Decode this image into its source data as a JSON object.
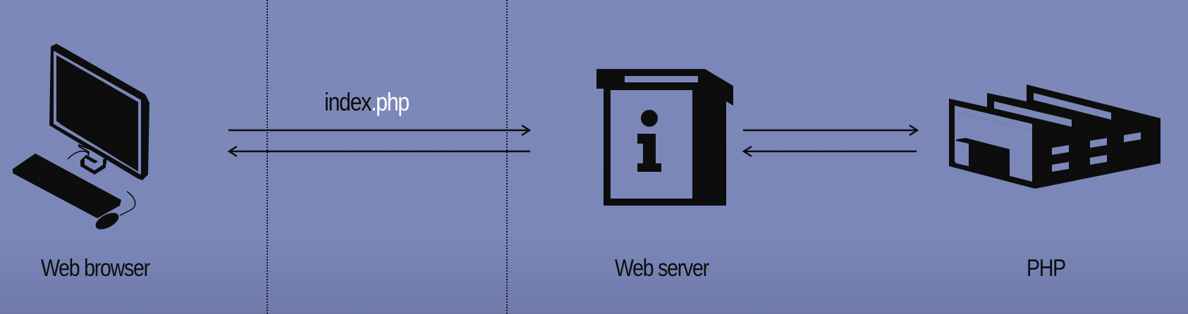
{
  "diagram": {
    "nodes": {
      "browser": {
        "label": "Web browser"
      },
      "server": {
        "label": "Web server"
      },
      "php": {
        "label": "PHP"
      }
    },
    "request": {
      "file_base": "index",
      "file_ext": ".php"
    }
  },
  "colors": {
    "background": "#7b87b8",
    "ink": "#0d0d0d",
    "highlight": "#ffffff"
  },
  "icons": [
    "computer-icon",
    "info-kiosk-icon",
    "factory-icon"
  ]
}
